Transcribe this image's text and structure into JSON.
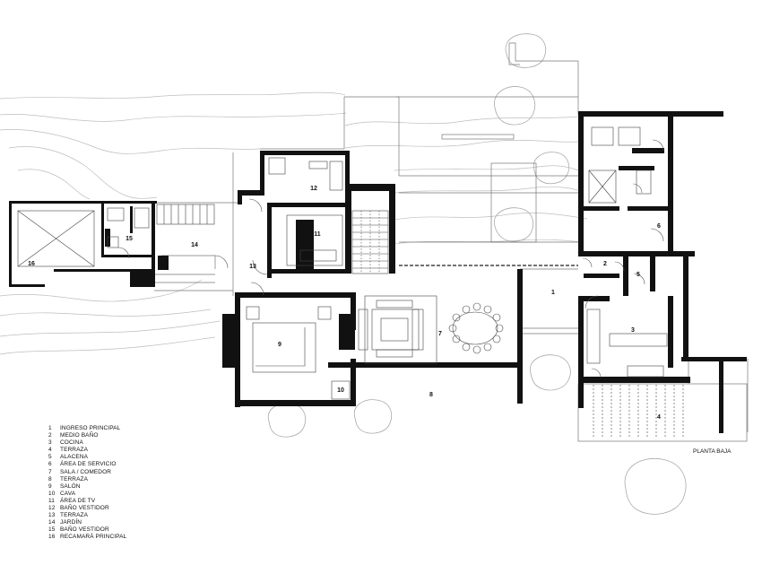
{
  "plan_title": "PLANTA BAJA",
  "legend": [
    {
      "num": "1",
      "label": "INGRESO PRINCIPAL"
    },
    {
      "num": "2",
      "label": "MEDIO BAÑO"
    },
    {
      "num": "3",
      "label": "COCINA"
    },
    {
      "num": "4",
      "label": "TERRAZA"
    },
    {
      "num": "5",
      "label": "ALACENA"
    },
    {
      "num": "6",
      "label": "ÁREA DE SERVICIO"
    },
    {
      "num": "7",
      "label": "SALA / COMEDOR"
    },
    {
      "num": "8",
      "label": "TERRAZA"
    },
    {
      "num": "9",
      "label": "SALÓN"
    },
    {
      "num": "10",
      "label": "CAVA"
    },
    {
      "num": "11",
      "label": "ÁREA DE TV"
    },
    {
      "num": "12",
      "label": "BAÑO VESTIDOR"
    },
    {
      "num": "13",
      "label": "TERRAZA"
    },
    {
      "num": "14",
      "label": "JARDÍN"
    },
    {
      "num": "15",
      "label": "BAÑO VESTIDOR"
    },
    {
      "num": "16",
      "label": "RECAMARÁ PRINCIPAL"
    }
  ],
  "room_numbers": [
    "1",
    "2",
    "3",
    "4",
    "5",
    "6",
    "7",
    "8",
    "9",
    "10",
    "11",
    "12",
    "13",
    "14",
    "15",
    "16"
  ],
  "colors": {
    "wall": "#111111",
    "line": "#555555",
    "contour": "#bbbbbb",
    "background": "#ffffff"
  }
}
